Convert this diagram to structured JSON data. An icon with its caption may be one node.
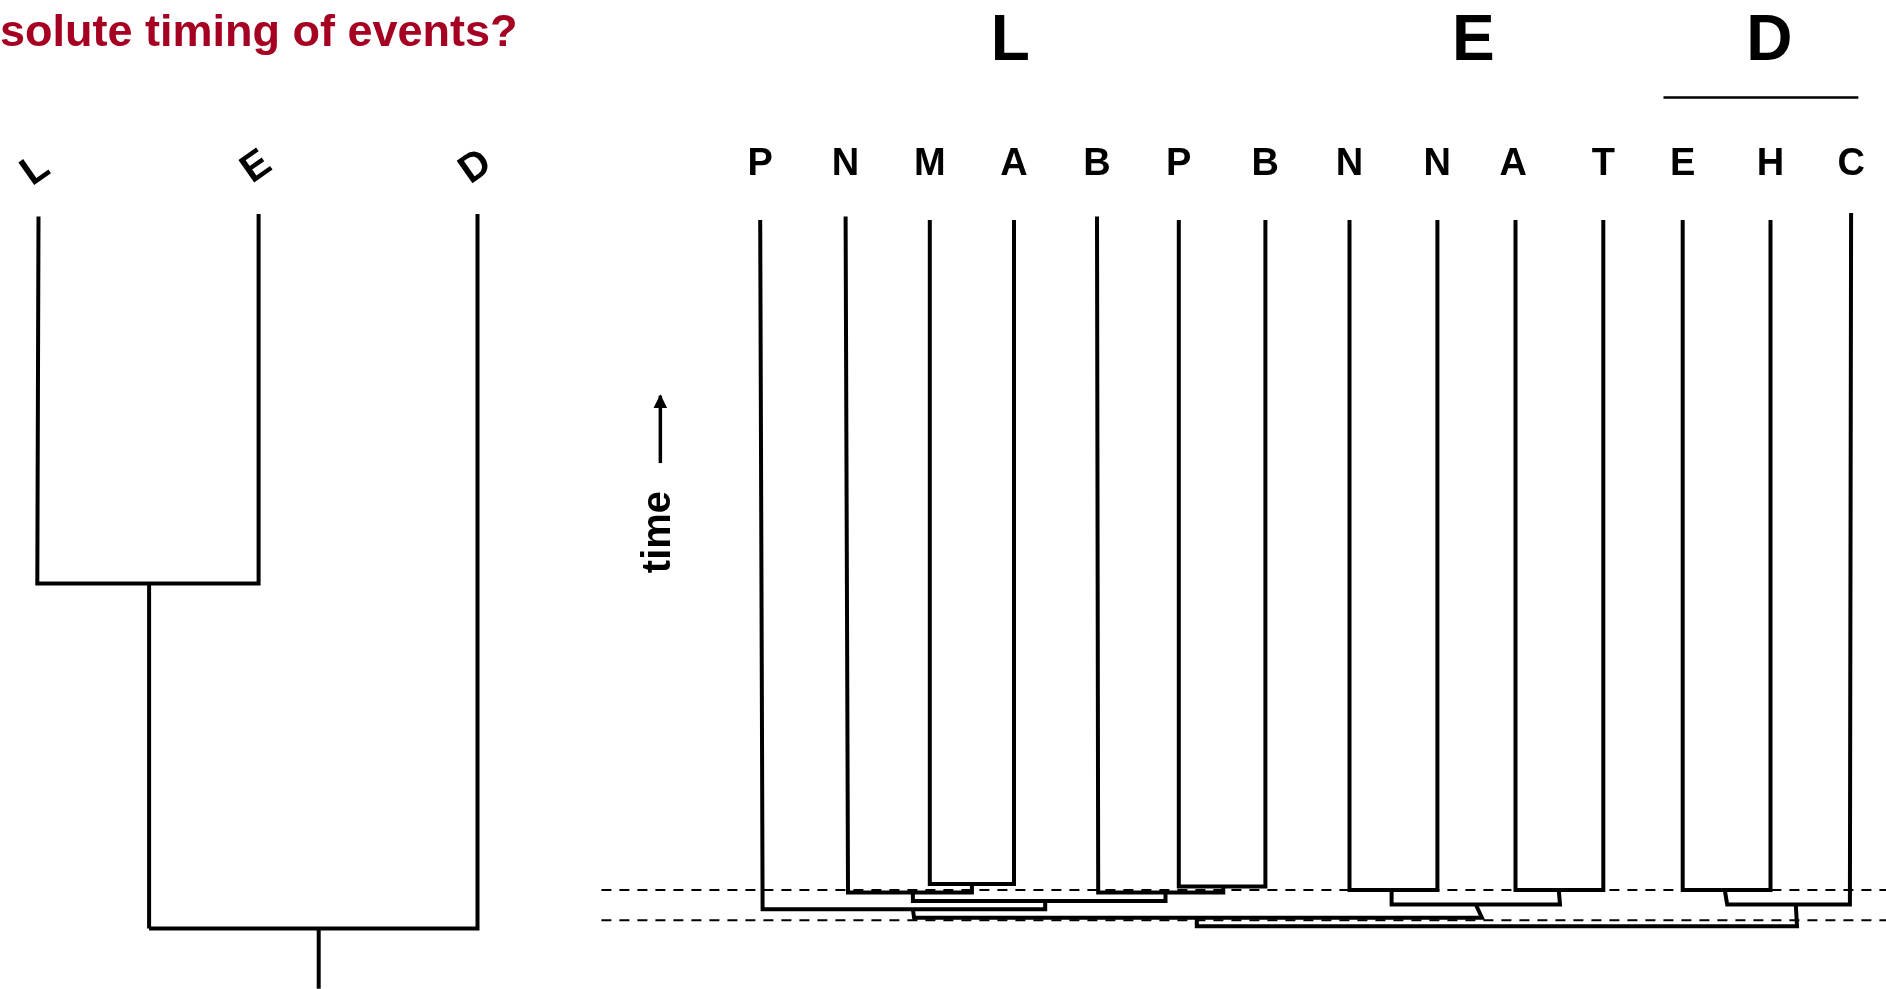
{
  "diagram": {
    "title": "solute timing of events?",
    "labels": [
      "L",
      "E",
      "D",
      "L",
      "E",
      "D",
      "P",
      "N",
      "M",
      "A",
      "B",
      "P",
      "B",
      "N",
      "N",
      "A",
      "T",
      "E",
      "H",
      "C",
      "time"
    ]
  }
}
